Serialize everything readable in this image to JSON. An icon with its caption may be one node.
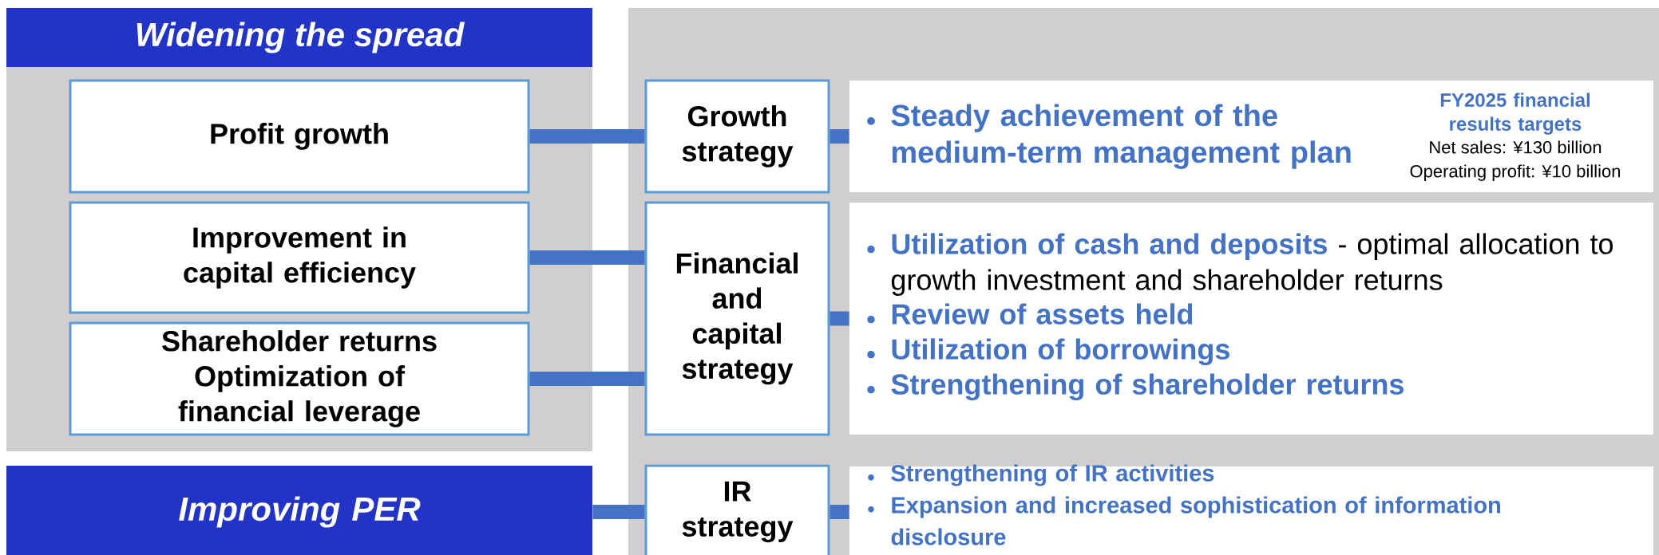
{
  "diagram": {
    "nodes": [
      {
        "text": [
          "Widening the spread"
        ]
      },
      {
        "text": [
          "Profit growth"
        ],
        "in": 0
      },
      {
        "text": [
          "Improvement in capital efficiency"
        ],
        "in": 0
      },
      {
        "text": [
          "Shareholder returns Optimization of financial leverage"
        ],
        "in": 0
      },
      {
        "text": [
          "Improving PER"
        ]
      },
      {
        "text": [],
        "shape": "box"
      },
      {
        "text": [
          "Growth strategy"
        ],
        "in": 5
      },
      {
        "text": [
          "Steady achievement of the medium-term management plan",
          "FY2025 financial results targets",
          "Net sales: ¥130 billion",
          "Operating profit: ¥10 billion"
        ],
        "in": 5
      },
      {
        "text": [
          "Financial and capital strategy"
        ],
        "in": 5
      },
      {
        "text": [
          "**Utilization of cash and deposits** - optimal allocation to growth investment and shareholder returns",
          "Review of assets held",
          "Utilization of borrowings",
          "Strengthening of shareholder returns"
        ],
        "in": 5
      },
      {
        "text": [
          "IR strategy"
        ],
        "in": 5
      },
      {
        "text": [
          "Strengthening of IR activities",
          "Expansion and increased sophistication of information disclosure"
        ],
        "in": 5
      }
    ],
    "edges": [
      {
        "from": 1,
        "to": 6,
        "arrow": "none"
      },
      {
        "from": 2,
        "to": 8,
        "arrow": "none"
      },
      {
        "from": 3,
        "to": 8,
        "arrow": "none"
      },
      {
        "from": 4,
        "to": 10,
        "arrow": "none"
      },
      {
        "from": 6,
        "to": 7,
        "arrow": "none"
      },
      {
        "from": 8,
        "to": 9,
        "arrow": "none"
      },
      {
        "from": 10,
        "to": 11,
        "arrow": "none"
      }
    ]
  }
}
